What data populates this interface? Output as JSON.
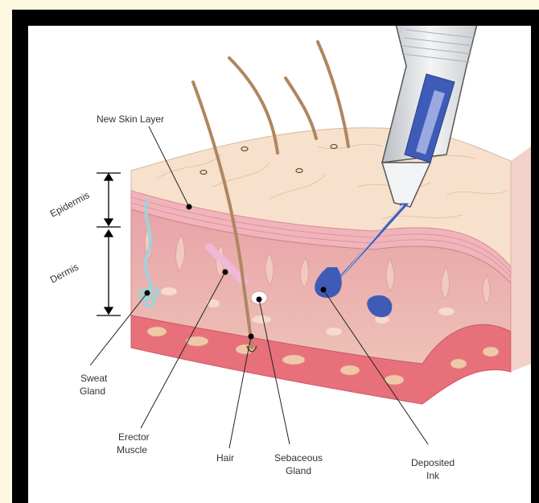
{
  "labels": {
    "new_skin_layer": "New Skin Layer",
    "epidermis": "Epidermis",
    "dermis": "Dermis",
    "sweat_gland_line1": "Sweat",
    "sweat_gland_line2": "Gland",
    "erector_muscle_line1": "Erector",
    "erector_muscle_line2": "Muscle",
    "hair": "Hair",
    "sebaceous_gland_line1": "Sebaceous",
    "sebaceous_gland_line2": "Gland",
    "deposited_ink_line1": "Deposited",
    "deposited_ink_line2": "Ink"
  },
  "colors": {
    "page_background": "#fdf8e1",
    "frame": "#000000",
    "skin_surface": "#f7e1cc",
    "epidermis_pink": "#f2b7bd",
    "dermis": "#e7a7a9",
    "subcutis": "#e86f7a",
    "ink": "#3f5bb8",
    "sweat_gland": "#a8d9dc",
    "hair": "#c9a07a"
  }
}
